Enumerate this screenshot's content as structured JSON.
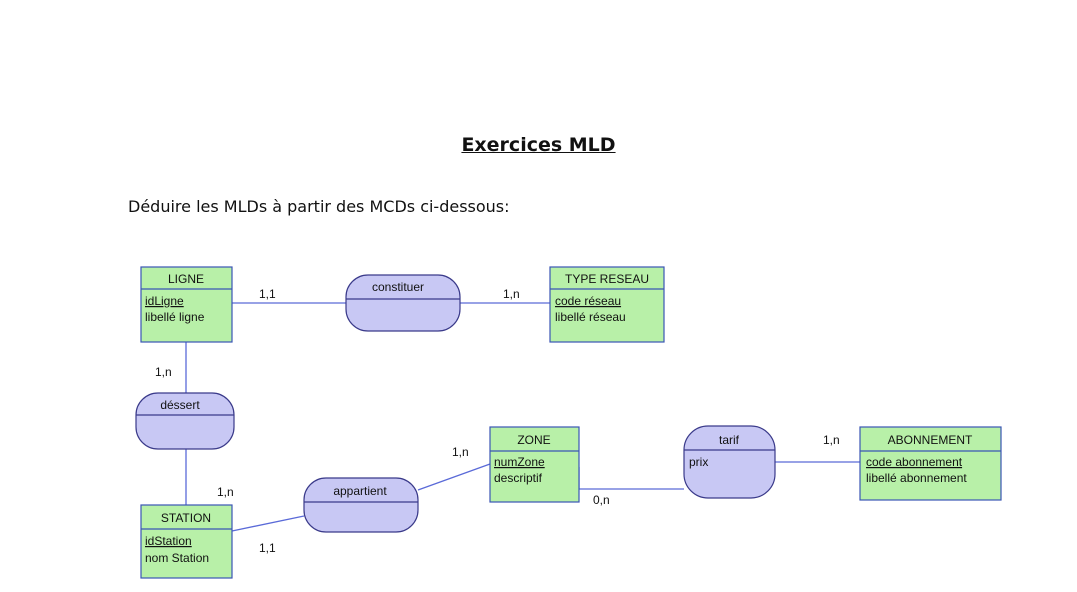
{
  "page": {
    "title": "Exercices MLD",
    "instruction": "Déduire les MLDs à partir des MCDs ci-dessous:"
  },
  "colors": {
    "entity_fill": "#b8f0a8",
    "entity_border": "#3a55b5",
    "assoc_fill": "#c8c8f4",
    "assoc_border": "#3a3a8a",
    "link": "#5a6ad8"
  },
  "diagram": {
    "entities": {
      "ligne": {
        "name": "LIGNE",
        "key": "idLigne",
        "attrs": [
          "libellé ligne"
        ]
      },
      "type_reseau": {
        "name": "TYPE RESEAU",
        "key": "code réseau",
        "attrs": [
          "libellé réseau"
        ]
      },
      "zone": {
        "name": "ZONE",
        "key": "numZone",
        "attrs": [
          "descriptif"
        ]
      },
      "abonnement": {
        "name": "ABONNEMENT",
        "key": "code abonnement",
        "attrs": [
          "libellé abonnement"
        ]
      },
      "station": {
        "name": "STATION",
        "key": "idStation",
        "attrs": [
          "nom Station"
        ]
      }
    },
    "associations": {
      "constituer": {
        "name": "constituer"
      },
      "dessert": {
        "name": "déssert"
      },
      "appartient": {
        "name": "appartient"
      },
      "tarif": {
        "name": "tarif",
        "attr": "prix"
      }
    },
    "cardinalities": {
      "ligne_constituer": "1,1",
      "constituer_type_reseau": "1,n",
      "ligne_dessert": "1,n",
      "dessert_station": "1,n",
      "station_appartient": "1,1",
      "appartient_zone": "1,n",
      "zone_tarif": "0,n",
      "tarif_abonnement": "1,n"
    }
  }
}
